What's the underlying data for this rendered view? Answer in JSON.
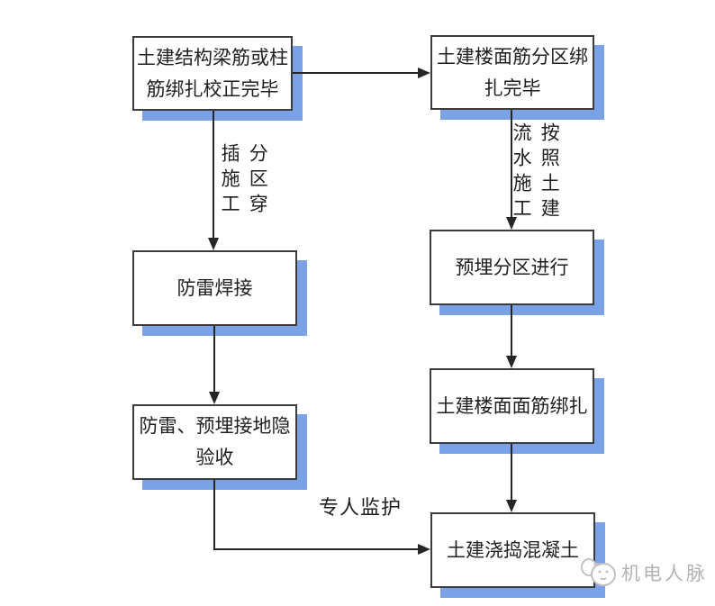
{
  "colors": {
    "box_border": "#3c3c3c",
    "box_fill": "#ffffff",
    "box_shadow": "#7ba1e6",
    "connector": "#262626",
    "text": "#1f1f1f",
    "watermark_text": "#b5b2b2",
    "background": "#ffffff"
  },
  "boxes": {
    "civil_structure_rebar": "土建结构梁筋或柱\n筋绑扎校正完毕",
    "floor_rebar_zone_binding": "土建楼面筋分区绑\n扎完毕",
    "lightning_welding": "防雷焊接",
    "embedment_by_zone": "预埋分区进行",
    "grounding_concealed_inspection": "防雷、预埋接地隐\n验收",
    "floor_top_rebar_binding": "土建楼面面筋绑扎",
    "concrete_pouring": "土建浇捣混凝土"
  },
  "edge_labels": {
    "zoned_insertion_col_left": "插施工",
    "zoned_insertion_col_right": "分区穿",
    "flow_schedule_col_left": "流水施工",
    "flow_schedule_col_right": "按照土建",
    "supervision": "专人监护"
  },
  "watermark": {
    "label": "机电人脉",
    "icon": "mascot-cat-chat-icon"
  }
}
